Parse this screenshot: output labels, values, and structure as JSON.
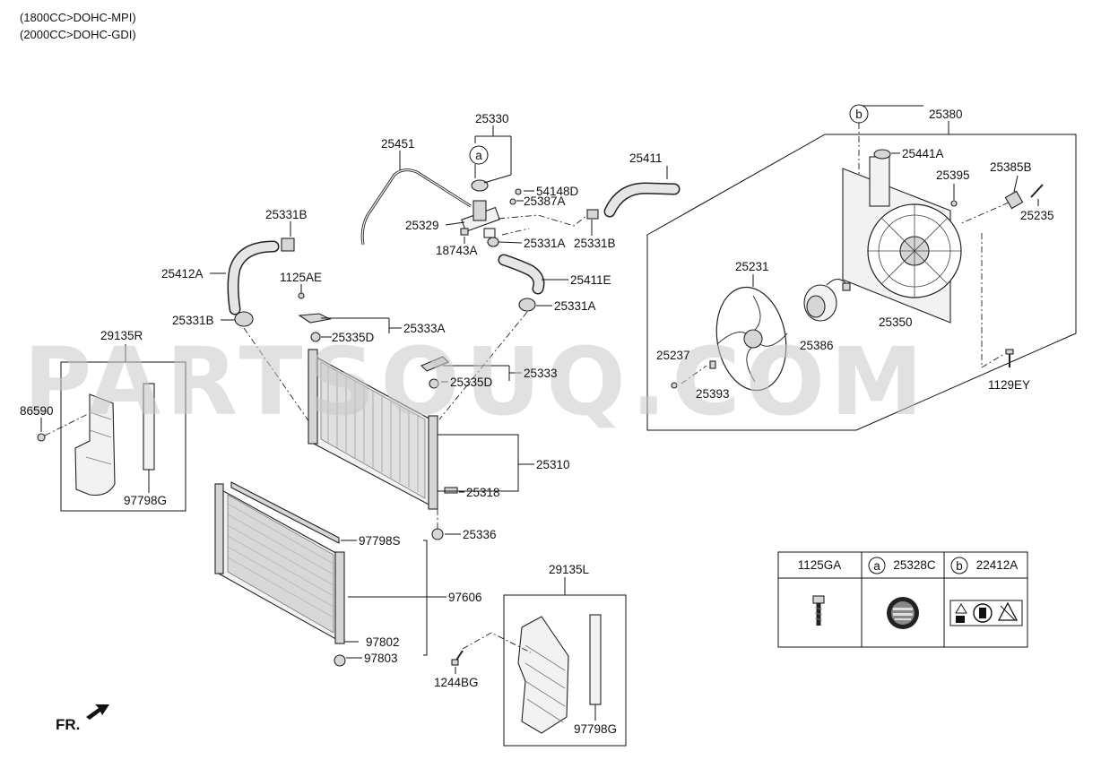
{
  "header": {
    "line1": "(1800CC>DOHC-MPI)",
    "line2": "(2000CC>DOHC-GDI)"
  },
  "watermark": "PARTSOUQ.COM",
  "front_marker": "FR.",
  "labels": {
    "p25330": "25330",
    "p25451": "25451",
    "p25411": "25411",
    "p54148D": "54148D",
    "p25387A": "25387A",
    "p25329": "25329",
    "p18743A": "18743A",
    "p25331A_top": "25331A",
    "p25331B_top": "25331B",
    "p25331B_left": "25331B",
    "p25412A": "25412A",
    "p1125AE": "1125AE",
    "p25411E": "25411E",
    "p25331B_mid": "25331B",
    "p25333A": "25333A",
    "p25335D_1": "25335D",
    "p25331A_mid": "25331A",
    "p29135R": "29135R",
    "p86590": "86590",
    "p97798G_left": "97798G",
    "p25333": "25333",
    "p25335D_2": "25335D",
    "p25310": "25310",
    "p25318": "25318",
    "p25336": "25336",
    "p97798S": "97798S",
    "p97606": "97606",
    "p97802": "97802",
    "p97803": "97803",
    "p1244BG": "1244BG",
    "p29135L": "29135L",
    "p97798G_bottom": "97798G",
    "p25380": "25380",
    "p25441A": "25441A",
    "p25395": "25395",
    "p25385B": "25385B",
    "p25235": "25235",
    "p25231": "25231",
    "p25386": "25386",
    "p25350": "25350",
    "p25237": "25237",
    "p25393": "25393",
    "p1129EY": "1129EY"
  },
  "callouts": {
    "a": "a",
    "b": "b"
  },
  "legend": {
    "col1": "1125GA",
    "col2_marker": "a",
    "col2": "25328C",
    "col3_marker": "b",
    "col3": "22412A"
  }
}
